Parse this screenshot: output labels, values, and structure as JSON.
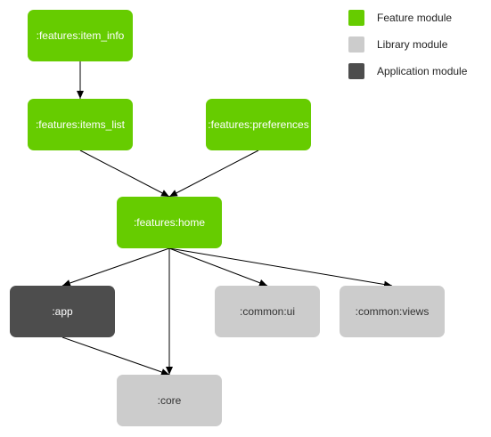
{
  "colors": {
    "feature": "#66cc00",
    "library": "#cccccc",
    "application": "#4d4d4d",
    "edge": "#000000"
  },
  "nodes": [
    {
      "id": "item_info",
      "label": ":features:item_info",
      "kind": "feature"
    },
    {
      "id": "items_list",
      "label": ":features:items_list",
      "kind": "feature"
    },
    {
      "id": "preferences",
      "label": ":features:preferences",
      "kind": "feature"
    },
    {
      "id": "home",
      "label": ":features:home",
      "kind": "feature"
    },
    {
      "id": "app",
      "label": ":app",
      "kind": "application"
    },
    {
      "id": "common_ui",
      "label": ":common:ui",
      "kind": "library"
    },
    {
      "id": "common_views",
      "label": ":common:views",
      "kind": "library"
    },
    {
      "id": "core",
      "label": ":core",
      "kind": "library"
    }
  ],
  "edges": [
    {
      "from": "item_info",
      "to": "items_list"
    },
    {
      "from": "items_list",
      "to": "home"
    },
    {
      "from": "preferences",
      "to": "home"
    },
    {
      "from": "home",
      "to": "app"
    },
    {
      "from": "home",
      "to": "core"
    },
    {
      "from": "home",
      "to": "common_ui"
    },
    {
      "from": "home",
      "to": "common_views"
    },
    {
      "from": "app",
      "to": "core"
    }
  ],
  "legend": [
    {
      "label": "Feature module",
      "kind": "feature"
    },
    {
      "label": "Library module",
      "kind": "library"
    },
    {
      "label": "Application module",
      "kind": "application"
    }
  ]
}
